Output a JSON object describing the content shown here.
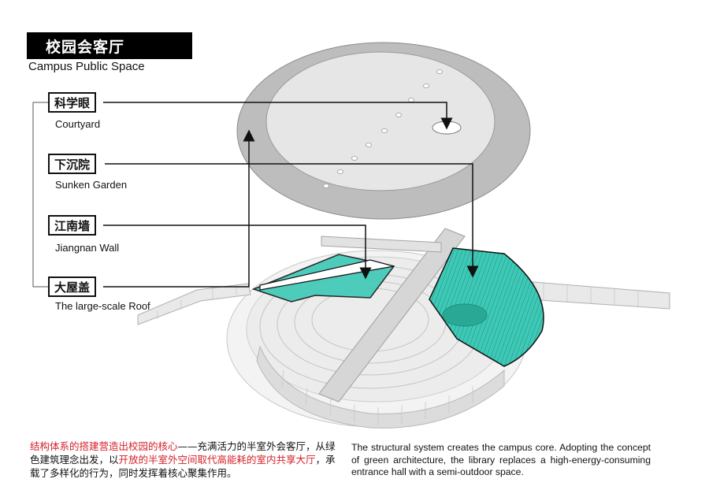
{
  "header": {
    "title_cn": "校园会客厅",
    "title_en": "Campus Public Space"
  },
  "labels": [
    {
      "cn": "科学眼",
      "en": "Courtyard"
    },
    {
      "cn": "下沉院",
      "en": "Sunken Garden"
    },
    {
      "cn": "江南墙",
      "en": "Jiangnan Wall"
    },
    {
      "cn": "大屋盖",
      "en": "The large-scale Roof"
    }
  ],
  "caption_cn": {
    "part1": "结构体系的搭建营造出校园的核心",
    "part2": "——充满活力的半室外会客厅，从绿色建筑理念出发，以",
    "part3": "开放的半室外空间取代高能耗的室内共享大厅",
    "part4": "，承载了多样化的行为，同时发挥着核心聚集作用。"
  },
  "caption_en": "The structural system creates the campus core. Adopting the concept of green architecture, the library replaces a high-energy-consuming entrance hall with a semi-outdoor space.",
  "colors": {
    "accent_teal": "#3ec9b6",
    "highlight_red": "#d4212a",
    "roof_gray": "#bdbdbd",
    "roof_inner": "#e6e6e6"
  }
}
